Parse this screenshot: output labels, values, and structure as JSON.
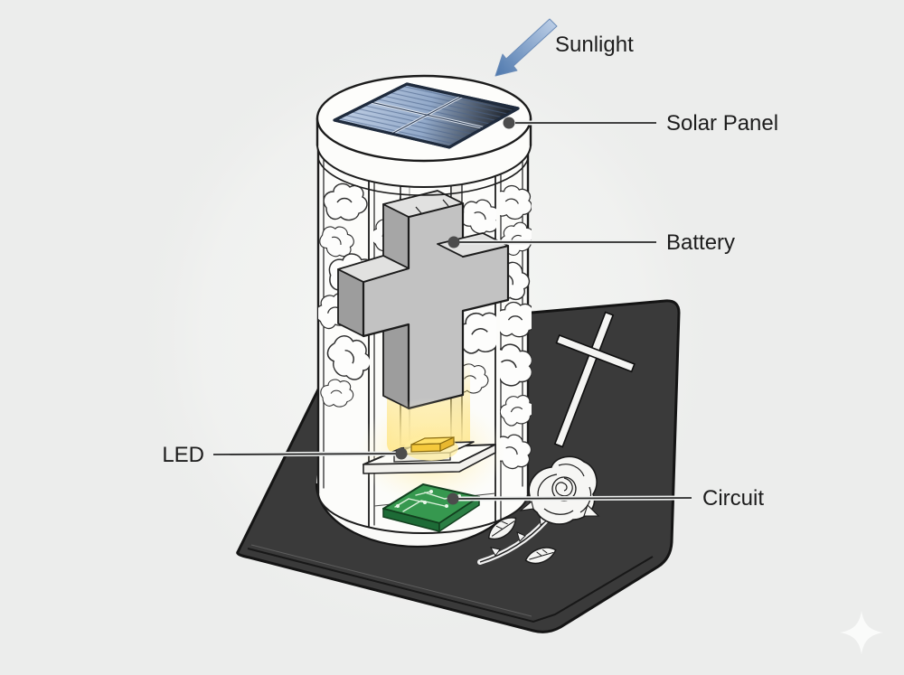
{
  "diagram": {
    "background_color": "#ecedec",
    "labels": {
      "sunlight": "Sunlight",
      "solar_panel": "Solar Panel",
      "battery": "Battery",
      "led": "LED",
      "circuit": "Circuit"
    },
    "colors": {
      "arrow_blue": "#4e78ad",
      "solar_panel_blue": "#7d97bd",
      "battery_gray": "#c2c2c2",
      "led_glow_yellow": "#ffe27a",
      "circuit_green": "#36984f",
      "base_dark": "#3a3a3a",
      "ink": "#1d1d1d",
      "leader_dot_gray": "#4c4c4c"
    },
    "icons": {
      "sunlight_arrow": "arrow-down-left-icon",
      "watermark": "four-point-sparkle-icon"
    }
  }
}
